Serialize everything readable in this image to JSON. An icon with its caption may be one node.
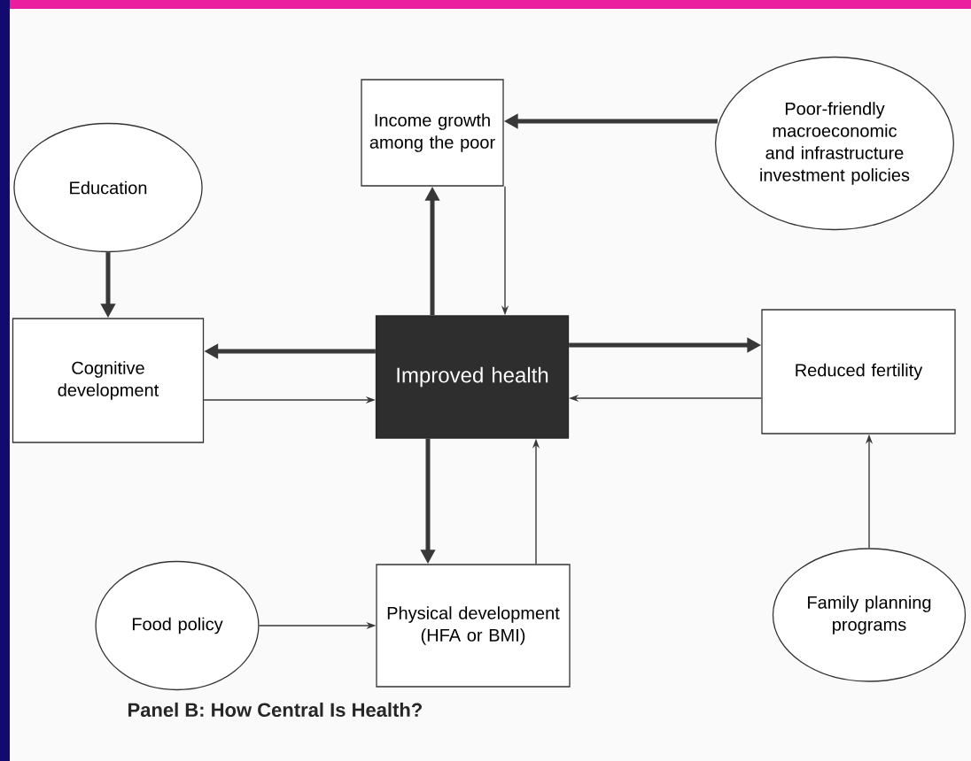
{
  "diagram": {
    "caption": "Panel B: How Central Is Health?",
    "nodes": [
      {
        "text": [
          "Income growth among the poor"
        ]
      },
      {
        "text": [
          "Poor-friendly macroeconomic and infrastructure investment policies"
        ]
      },
      {
        "text": [
          "Education"
        ]
      },
      {
        "text": [
          "Cognitive development"
        ]
      },
      {
        "text": [
          "Improved health"
        ]
      },
      {
        "text": [
          "Reduced fertility"
        ]
      },
      {
        "text": [
          "Food policy"
        ]
      },
      {
        "text": [
          "Physical development (HFA or BMI)"
        ]
      },
      {
        "text": [
          "Family planning programs"
        ]
      }
    ],
    "edges": [
      {
        "from": 4,
        "to": 0,
        "arrow": "to",
        "style": "thick"
      },
      {
        "from": 0,
        "to": 4,
        "arrow": "to"
      },
      {
        "from": 1,
        "to": 0,
        "arrow": "to",
        "style": "thick"
      },
      {
        "from": 2,
        "to": 3,
        "arrow": "to",
        "style": "thick"
      },
      {
        "from": 4,
        "to": 3,
        "arrow": "to",
        "style": "thick"
      },
      {
        "from": 3,
        "to": 4,
        "arrow": "to"
      },
      {
        "from": 4,
        "to": 5,
        "arrow": "to",
        "style": "thick"
      },
      {
        "from": 5,
        "to": 4,
        "arrow": "to"
      },
      {
        "from": 4,
        "to": 7,
        "arrow": "to",
        "style": "thick"
      },
      {
        "from": 7,
        "to": 4,
        "arrow": "to"
      },
      {
        "from": 6,
        "to": 7,
        "arrow": "to"
      },
      {
        "from": 8,
        "to": 5,
        "arrow": "to"
      }
    ]
  }
}
